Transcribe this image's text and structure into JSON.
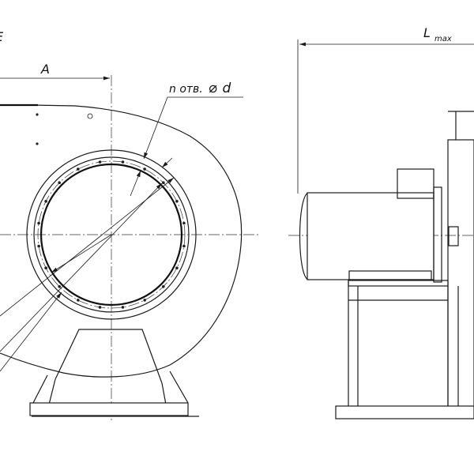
{
  "labels": {
    "cut_letter": "E",
    "dim_a": "A",
    "holes_prefix": "n отв.",
    "holes_diameter_symbol": "⌀",
    "holes_d": "d",
    "length_main": "L",
    "length_sub": "max"
  },
  "colors": {
    "line": "#1a1a1a",
    "background": "#ffffff"
  }
}
